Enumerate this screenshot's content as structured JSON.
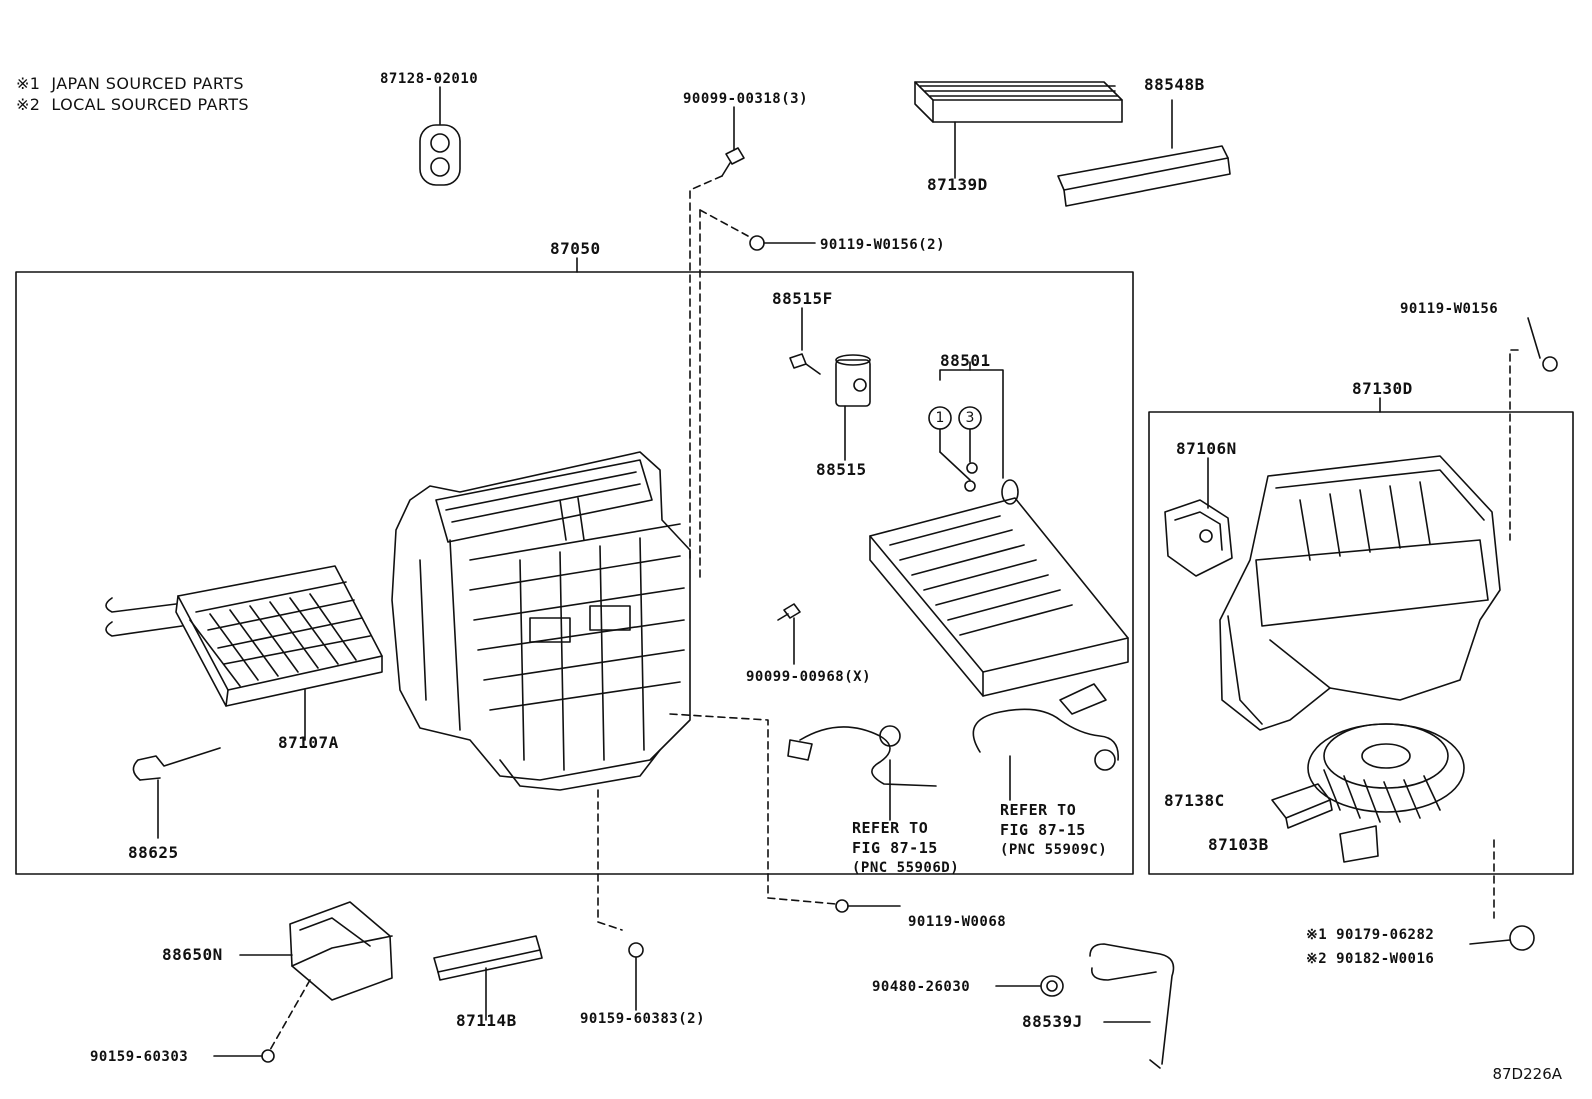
{
  "legend": [
    {
      "mark": "※1",
      "text": "JAPAN SOURCED PARTS"
    },
    {
      "mark": "※2",
      "text": "LOCAL SOURCED PARTS"
    }
  ],
  "labels": {
    "p87128": "87128-02010",
    "p90099_318": "90099-00318(3)",
    "p87139D": "87139D",
    "p88548B": "88548B",
    "p90119_156_2": "90119-W0156(2)",
    "p87050": "87050",
    "p88515F": "88515F",
    "p88515": "88515",
    "p88501": "88501",
    "p90119_156": "90119-W0156",
    "p87130D": "87130D",
    "p87106N": "87106N",
    "p87107A": "87107A",
    "p90099_968": "90099-00968(X)",
    "p88625": "88625",
    "p87138C": "87138C",
    "p87103B": "87103B",
    "p88650N": "88650N",
    "p87114B": "87114B",
    "p90159_383": "90159-60383(2)",
    "p90119_068": "90119-W0068",
    "p90480": "90480-26030",
    "p88539J": "88539J",
    "p90159_303": "90159-60303",
    "p90179": "※1 90179-06282",
    "p90182": "※2 90182-W0016"
  },
  "refs": {
    "left": {
      "line1": "REFER TO",
      "line2": "FIG 87-15",
      "line3": "(PNC 55906D)"
    },
    "right": {
      "line1": "REFER TO",
      "line2": "FIG 87-15",
      "line3": "(PNC 55909C)"
    }
  },
  "callouts": {
    "c1": "1",
    "c3": "3"
  },
  "figure_code": "87D226A",
  "colors": {
    "ink": "#111111",
    "paper": "#ffffff"
  }
}
